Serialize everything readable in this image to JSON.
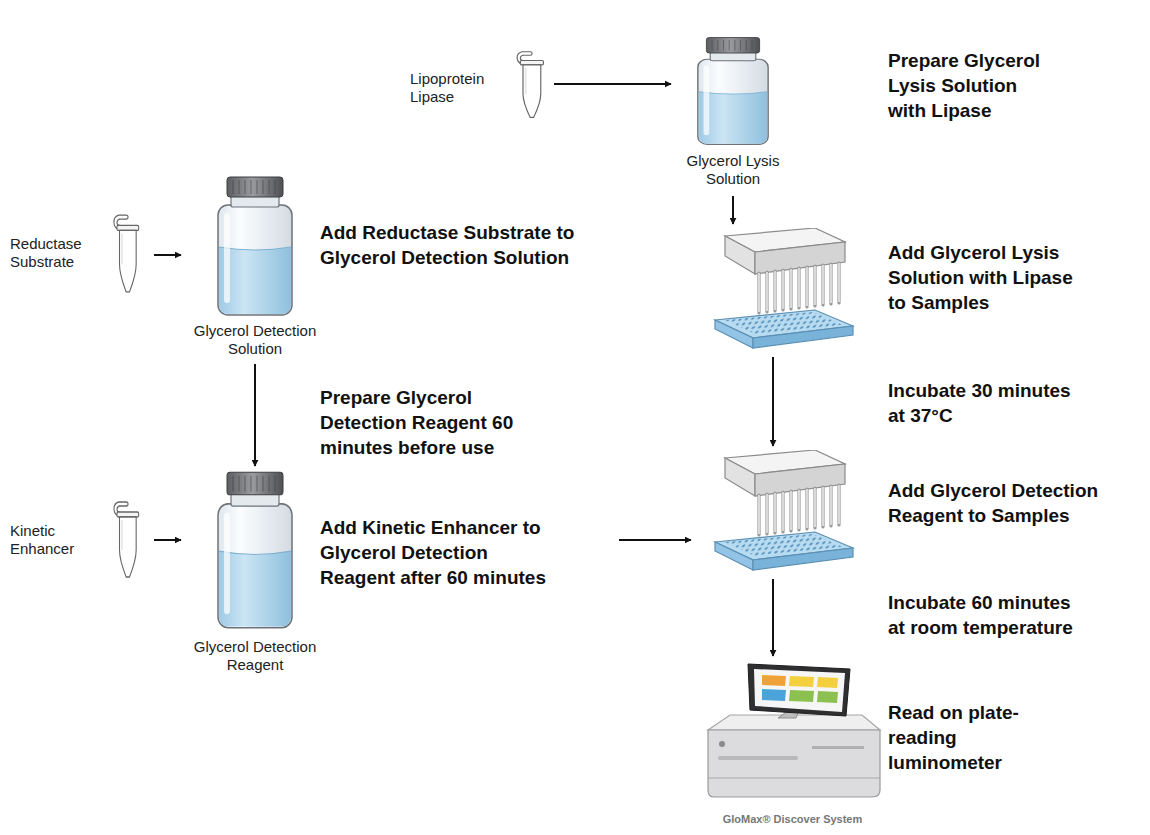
{
  "diagram": {
    "nodes": [
      {
        "text": [
          "Lipoprotein Lipase"
        ]
      },
      {
        "text": [
          "Glycerol Lysis Solution",
          "Prepare Glycerol Lysis Solution with Lipase"
        ]
      },
      {
        "text": [
          "Reductase Substrate"
        ]
      },
      {
        "text": [
          "Glycerol Detection Solution",
          "Add Reductase Substrate to Glycerol Detection Solution"
        ]
      },
      {
        "text": [
          "Add Glycerol Lysis Solution with Lipase to Samples"
        ]
      },
      {
        "text": [
          "Kinetic Enhancer"
        ]
      },
      {
        "text": [
          "Glycerol Detection Reagent",
          "Add Kinetic Enhancer to Glycerol Detection Reagent after 60 minutes"
        ]
      },
      {
        "text": [
          "Add Glycerol Detection Reagent to Samples"
        ]
      },
      {
        "text": [
          "GloMax® Discover System",
          "Read on plate-reading luminometer"
        ]
      }
    ],
    "edges": [
      {
        "from": 0,
        "to": 1,
        "arrow": "to"
      },
      {
        "from": 2,
        "to": 3,
        "arrow": "to"
      },
      {
        "from": 1,
        "to": 4,
        "arrow": "to"
      },
      {
        "from": 3,
        "to": 6,
        "arrow": "to",
        "label": "Prepare Glycerol Detection Reagent 60 minutes before use"
      },
      {
        "from": 4,
        "to": 7,
        "arrow": "to",
        "label": "Incubate 30 minutes at 37°C"
      },
      {
        "from": 5,
        "to": 6,
        "arrow": "to"
      },
      {
        "from": 6,
        "to": 7,
        "arrow": "to"
      },
      {
        "from": 7,
        "to": 8,
        "arrow": "to",
        "label": "Incubate 60 minutes at room temperature"
      }
    ]
  }
}
